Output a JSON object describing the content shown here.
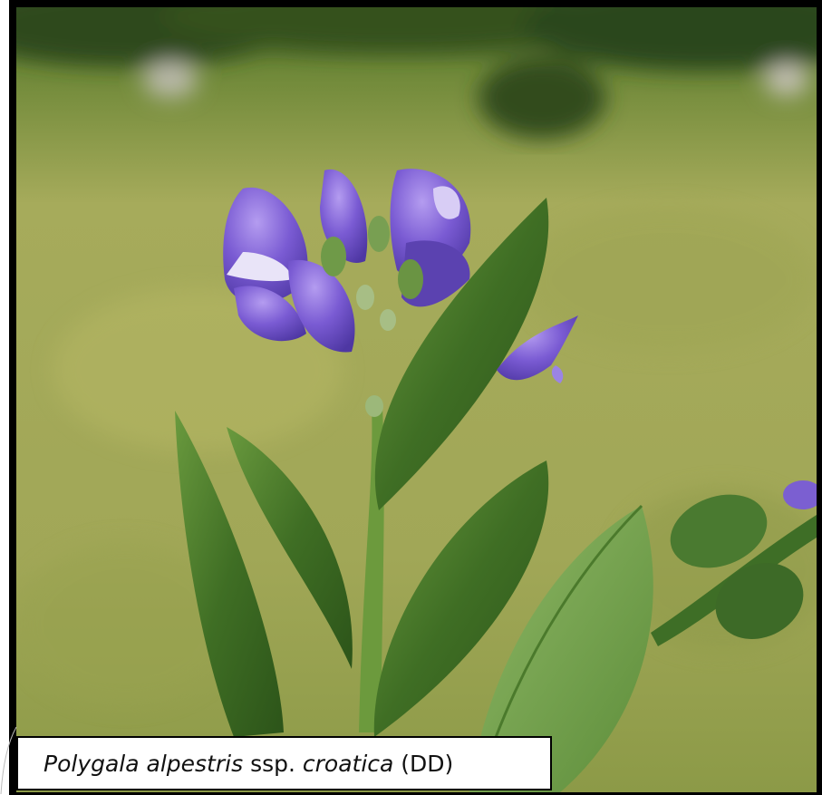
{
  "caption": {
    "genus_species": "Polygala alpestris",
    "rank": "ssp.",
    "subspecies": "croatica",
    "status": "(DD)"
  },
  "colors": {
    "frame": "#000000",
    "meadow": "#a9ad5a",
    "forest": "#3f5a26",
    "leaf": "#4a7a2c",
    "petal": "#7b5fd1",
    "caption_bg": "#ffffff"
  }
}
